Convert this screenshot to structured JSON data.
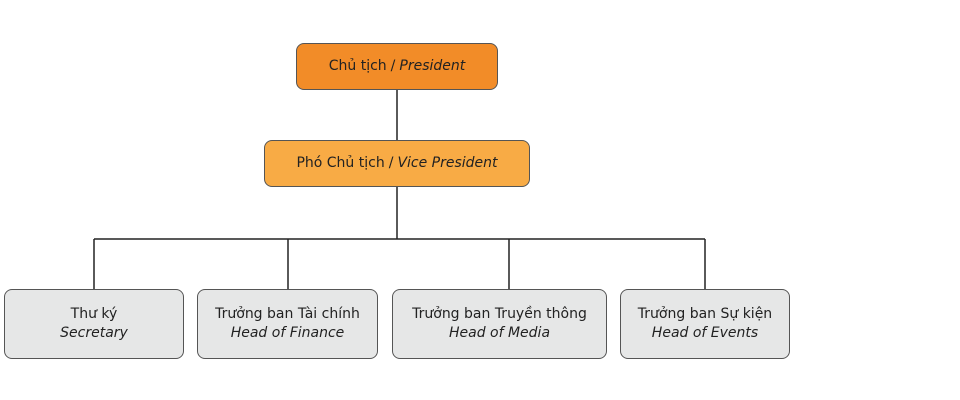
{
  "org": {
    "top": {
      "vi": "Chủ tịch",
      "separator": "/",
      "en": "President"
    },
    "mid": {
      "vi": "Phó Chủ tịch",
      "separator": "/",
      "en": "Vice President"
    },
    "leaves": [
      {
        "vi": "Thư ký",
        "en": "Secretary"
      },
      {
        "vi": "Trưởng ban Tài chính",
        "en": "Head of Finance"
      },
      {
        "vi": "Trưởng ban Truyền thông",
        "en": "Head of Media"
      },
      {
        "vi": "Trưởng ban Sự kiện",
        "en": "Head of Events"
      }
    ]
  },
  "colors": {
    "top_fill": "#f28c28",
    "mid_fill": "#f8ab45",
    "leaf_fill": "#e6e7e7",
    "connector": "#222222"
  }
}
